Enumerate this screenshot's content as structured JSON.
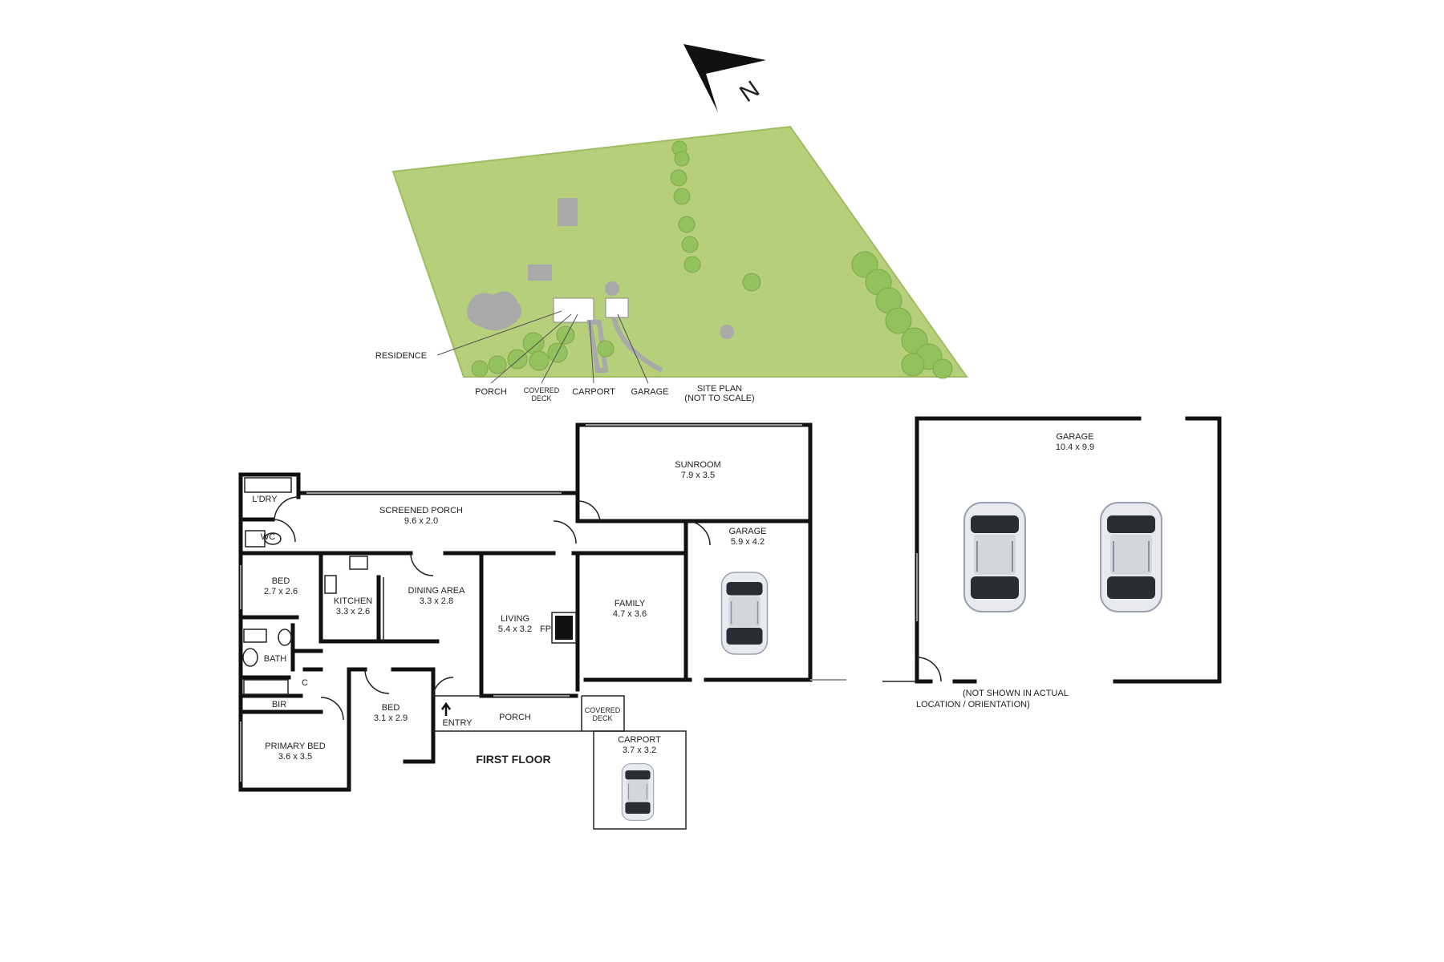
{
  "north_label": "N",
  "site_plan": {
    "labels": {
      "residence": "RESIDENCE",
      "porch": "PORCH",
      "covered_deck": [
        "COVERED",
        "DECK"
      ],
      "carport": "CARPORT",
      "garage": "GARAGE",
      "site_plan": [
        "SITE PLAN",
        "(NOT TO SCALE)"
      ]
    },
    "colors": {
      "lawn": "#b5cf7a",
      "trees": "#93c15d",
      "structures": "#a9a9a9"
    }
  },
  "floor_plan": {
    "title": "FIRST FLOOR",
    "rooms": {
      "laundry": "L'DRY",
      "wc": "WC",
      "screened_porch": {
        "name": "SCREENED PORCH",
        "size": "9.6 x 2.0"
      },
      "sunroom": {
        "name": "SUNROOM",
        "size": "7.9 x 3.5"
      },
      "garage_small": {
        "name": "GARAGE",
        "size": "5.9 x 4.2"
      },
      "bed1": {
        "name": "BED",
        "size": "2.7 x 2.6"
      },
      "kitchen": {
        "name": "KITCHEN",
        "size": "3.3 x 2.6"
      },
      "dining": {
        "name": "DINING AREA",
        "size": "3.3 x 2.8"
      },
      "living": {
        "name": "LIVING",
        "size": "5.4 x 3.2"
      },
      "fp": "FP",
      "family": {
        "name": "FAMILY",
        "size": "4.7 x 3.6"
      },
      "bath": "BATH",
      "c": "C",
      "bir": "BIR",
      "bed2": {
        "name": "BED",
        "size": "3.1 x 2.9"
      },
      "primary_bed": {
        "name": "PRIMARY BED",
        "size": "3.6 x 3.5"
      },
      "entry": "ENTRY",
      "porch": "PORCH",
      "covered_deck": [
        "COVERED",
        "DECK"
      ],
      "carport": {
        "name": "CARPORT",
        "size": "3.7 x 3.2"
      }
    }
  },
  "detached_garage": {
    "name": "GARAGE",
    "size": "10.4 x 9.9",
    "note": [
      "(NOT SHOWN IN ACTUAL",
      "LOCATION / ORIENTATION)"
    ]
  }
}
